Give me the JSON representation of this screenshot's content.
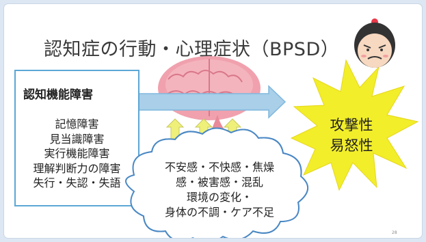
{
  "title": "認知症の行動・心理症状（BPSD）",
  "cognitive_impairment": {
    "heading": "認知機能障害",
    "items": [
      "記憶障害",
      "見当識障害",
      "実行機能障害",
      "理解判断力の障害",
      "失行・失認・失語"
    ]
  },
  "behavior": {
    "lines": [
      "攻撃性",
      "易怒性"
    ]
  },
  "factors": {
    "lines": [
      "不安感・不快感・焦燥",
      "感・被害感・混乱",
      "環境の変化・",
      "身体の不調・ケア不足"
    ]
  },
  "page_number": "28",
  "colors": {
    "box_border": "#5ba7d6",
    "arrow": "#a9cfe9",
    "burst": "#f2ee2a",
    "up_arrows": "#eef07a",
    "brain": "#f0a1ad"
  }
}
